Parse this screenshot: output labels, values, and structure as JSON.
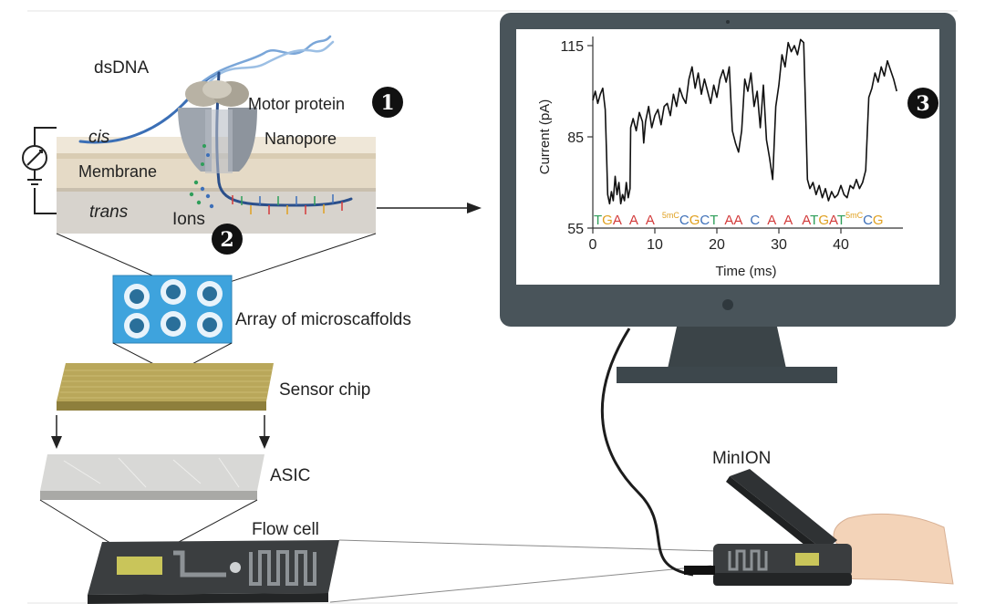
{
  "labels": {
    "dsdna": "dsDNA",
    "motor_protein": "Motor protein",
    "cis": "cis",
    "nanopore": "Nanopore",
    "membrane": "Membrane",
    "trans": "trans",
    "ions": "Ions",
    "array": "Array of microscaffolds",
    "sensor_chip": "Sensor chip",
    "asic": "ASIC",
    "flow_cell": "Flow cell",
    "minion": "MinION"
  },
  "badges": {
    "one": "1",
    "two": "2",
    "three": "3"
  },
  "colors": {
    "dna_strand": "#3b6fb6",
    "membrane": "#e6dccb",
    "trans_region": "#cfcac3",
    "array_blue": "#3ea3dd",
    "chip_gold": "#b9a75a",
    "monitor_frame": "#49545a",
    "trace": "#111111",
    "base_A": "#d23a3a",
    "base_C": "#3d6fb8",
    "base_G": "#e0a020",
    "base_T": "#2f9e5a"
  },
  "chart_data": {
    "type": "line",
    "xlabel": "Time (ms)",
    "ylabel": "Current (pA)",
    "xlim": [
      0,
      50
    ],
    "ylim": [
      55,
      118
    ],
    "xticks": [
      "0",
      "10",
      "20",
      "30",
      "40"
    ],
    "yticks": [
      "55",
      "85",
      "115"
    ],
    "grid": false,
    "series": [
      {
        "x": [
          0,
          0.4,
          0.8,
          1.2,
          1.6,
          2.0,
          2.2,
          2.4,
          2.7,
          3.0,
          3.3,
          3.6,
          3.9,
          4.2,
          4.5,
          4.8,
          5.1,
          5.4,
          5.7,
          6.0,
          6.1,
          6.5,
          7.0,
          7.5,
          8.0,
          8.2,
          8.5,
          9.0,
          9.5,
          10.0,
          10.5,
          11.0,
          11.5,
          12.0,
          12.5,
          13.0,
          13.5,
          14.0,
          14.5,
          15.0,
          15.5,
          16.0,
          16.5,
          17.0,
          17.5,
          18.0,
          18.5,
          19.0,
          19.5,
          20.0,
          20.5,
          21.0,
          21.5,
          22.0,
          22.5,
          23.0,
          23.5,
          24.0,
          24.5,
          25.0,
          25.5,
          26.0,
          26.5,
          27.0,
          27.5,
          28.0,
          28.5,
          29.0,
          29.5,
          30.0,
          30.5,
          31.0,
          31.5,
          32.0,
          32.5,
          33.0,
          33.5,
          34.0,
          34.3,
          34.6,
          35.0,
          35.5,
          36.0,
          36.5,
          37.0,
          37.5,
          38.0,
          38.5,
          39.0,
          39.5,
          40.0,
          40.5,
          41.0,
          41.5,
          42.0,
          42.5,
          43.0,
          43.5,
          44.0,
          44.5,
          45.0,
          45.5,
          46.0,
          46.5,
          47.0,
          47.5,
          48.0,
          48.5,
          49.0
        ],
        "y": [
          97,
          100,
          96,
          99,
          101,
          94,
          80,
          66,
          63,
          67,
          64,
          72,
          66,
          70,
          63,
          66,
          64,
          70,
          65,
          68,
          88,
          91,
          87,
          93,
          90,
          83,
          90,
          95,
          88,
          92,
          94,
          89,
          95,
          96,
          92,
          99,
          95,
          101,
          98,
          96,
          104,
          108,
          101,
          106,
          99,
          104,
          100,
          96,
          102,
          98,
          104,
          107,
          103,
          108,
          87,
          83,
          80,
          87,
          104,
          100,
          106,
          95,
          100,
          88,
          102,
          84,
          78,
          71,
          95,
          102,
          112,
          108,
          116,
          113,
          115,
          112,
          117,
          116,
          95,
          71,
          68,
          70,
          66,
          69,
          65,
          68,
          64,
          67,
          65,
          66,
          69,
          66,
          65,
          69,
          68,
          71,
          68,
          70,
          74,
          98,
          101,
          106,
          103,
          108,
          105,
          110,
          107,
          104,
          100
        ]
      }
    ],
    "sequence": [
      {
        "t": "T",
        "color": "T"
      },
      {
        "t": "G",
        "color": "G"
      },
      {
        "t": "A",
        "color": "A"
      },
      {
        "t": "A",
        "color": "A"
      },
      {
        "t": "A",
        "color": "A"
      },
      {
        "t": "5mC",
        "color": "G",
        "sup": true
      },
      {
        "t": "C",
        "color": "C"
      },
      {
        "t": "G",
        "color": "G"
      },
      {
        "t": "C",
        "color": "C"
      },
      {
        "t": "T",
        "color": "T"
      },
      {
        "t": "A",
        "color": "A"
      },
      {
        "t": "A",
        "color": "A"
      },
      {
        "t": "C",
        "color": "C"
      },
      {
        "t": "A",
        "color": "A"
      },
      {
        "t": "A",
        "color": "A"
      },
      {
        "t": "A",
        "color": "A"
      },
      {
        "t": "T",
        "color": "T"
      },
      {
        "t": "G",
        "color": "G"
      },
      {
        "t": "A",
        "color": "A"
      },
      {
        "t": "T",
        "color": "T"
      },
      {
        "t": "5mC",
        "color": "G",
        "sup": true
      },
      {
        "t": "C",
        "color": "C"
      },
      {
        "t": "G",
        "color": "G"
      }
    ]
  }
}
